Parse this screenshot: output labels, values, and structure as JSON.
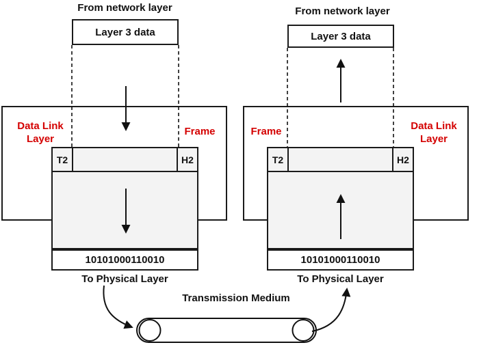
{
  "colors": {
    "label_red": "#d40000",
    "frame_fill": "#f3f3f3",
    "line_black": "#111111"
  },
  "sender": {
    "from_network": "From network layer",
    "layer3": "Layer 3 data",
    "data_link_layer": "Data Link Layer",
    "frame": "Frame",
    "trailer": "T2",
    "header": "H2",
    "bits": "10101000110010",
    "to_physical": "To Physical Layer"
  },
  "receiver": {
    "from_network": "From network layer",
    "layer3": "Layer 3 data",
    "data_link_layer": "Data Link Layer",
    "frame": "Frame",
    "trailer": "T2",
    "header": "H2",
    "bits": "10101000110010",
    "to_physical": "To Physical Layer"
  },
  "medium": {
    "label": "Transmission Medium"
  }
}
